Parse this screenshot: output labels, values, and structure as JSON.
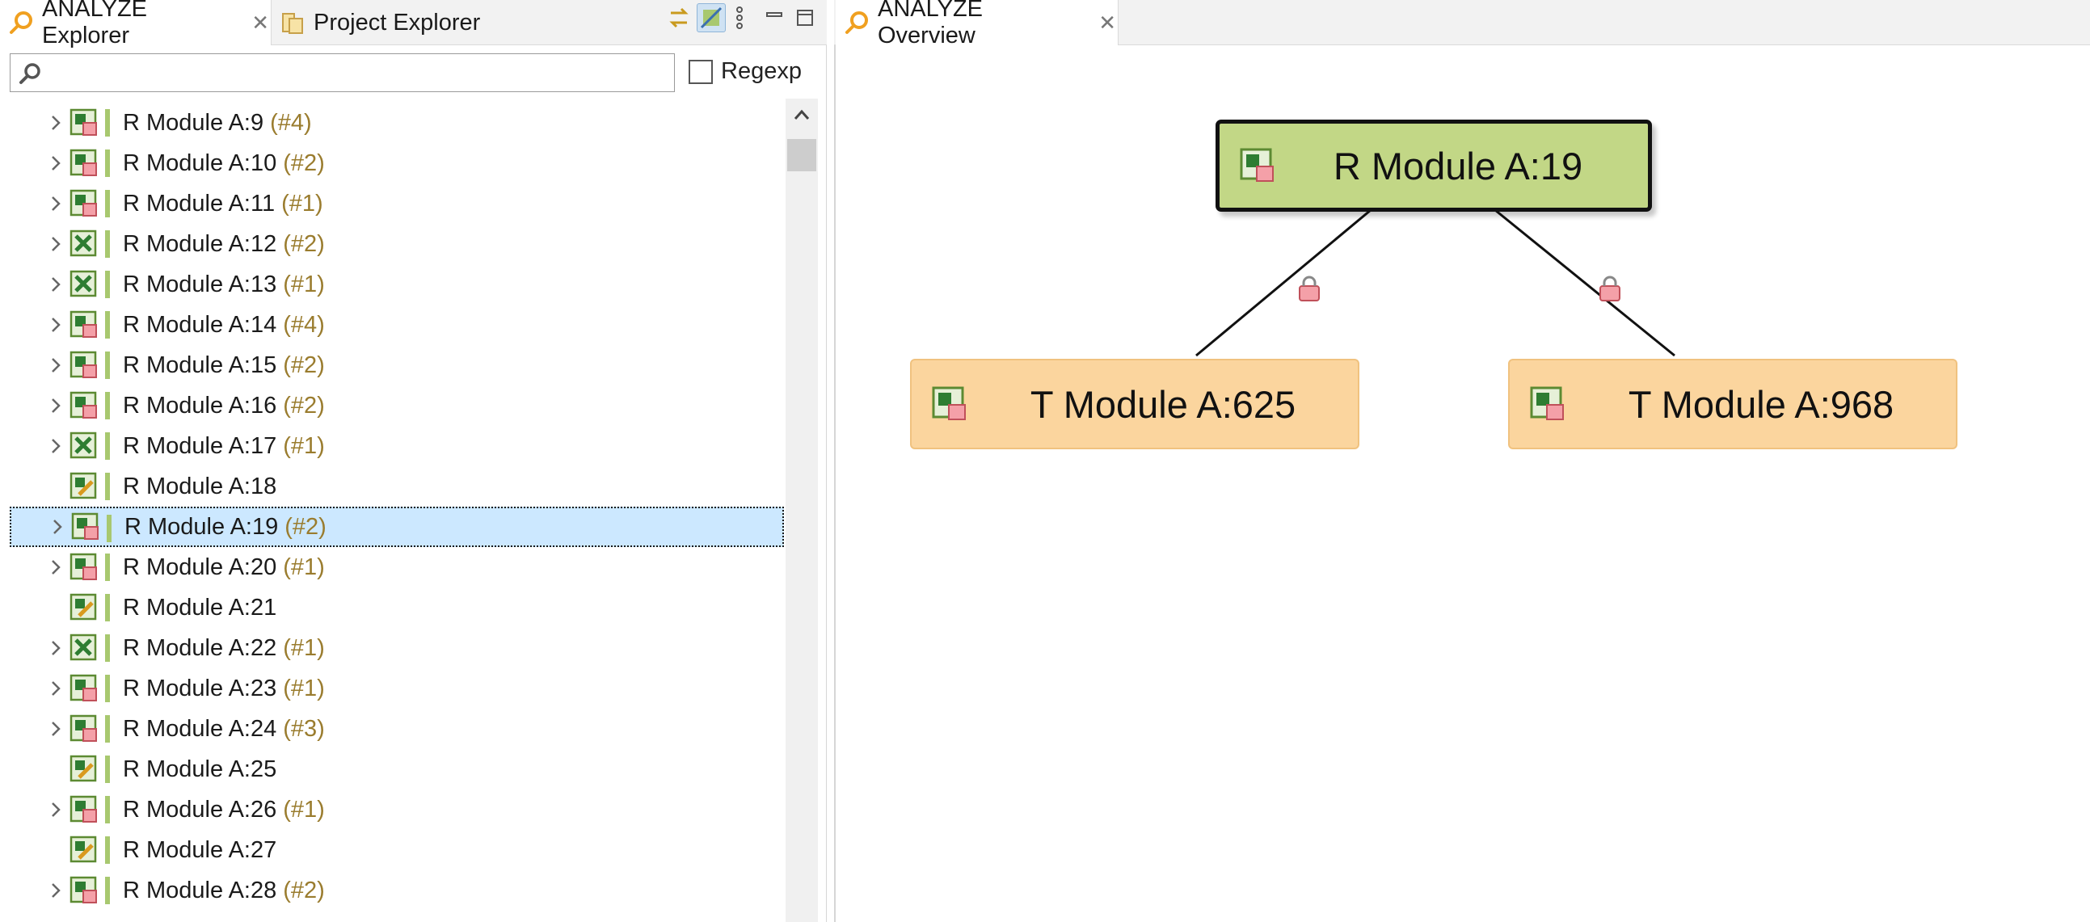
{
  "left_tabs": {
    "analyze_explorer": "ANALYZE Explorer",
    "project_explorer": "Project Explorer"
  },
  "search": {
    "value": "",
    "placeholder": "",
    "regexp_label": "Regexp",
    "regexp_checked": false
  },
  "tree_items": [
    {
      "label": "R Module A:9",
      "count": "(#4)",
      "expandable": true,
      "icon": "module-link-icon"
    },
    {
      "label": "R Module A:10",
      "count": "(#2)",
      "expandable": true,
      "icon": "module-link-icon"
    },
    {
      "label": "R Module A:11",
      "count": "(#1)",
      "expandable": true,
      "icon": "module-link-icon"
    },
    {
      "label": "R Module A:12",
      "count": "(#2)",
      "expandable": true,
      "icon": "module-icon"
    },
    {
      "label": "R Module A:13",
      "count": "(#1)",
      "expandable": true,
      "icon": "module-icon"
    },
    {
      "label": "R Module A:14",
      "count": "(#4)",
      "expandable": true,
      "icon": "module-link-icon"
    },
    {
      "label": "R Module A:15",
      "count": "(#2)",
      "expandable": true,
      "icon": "module-link-icon"
    },
    {
      "label": "R Module A:16",
      "count": "(#2)",
      "expandable": true,
      "icon": "module-link-icon"
    },
    {
      "label": "R Module A:17",
      "count": "(#1)",
      "expandable": true,
      "icon": "module-icon"
    },
    {
      "label": "R Module A:18",
      "count": "",
      "expandable": false,
      "icon": "module-edit-icon"
    },
    {
      "label": "R Module A:19",
      "count": "(#2)",
      "expandable": true,
      "icon": "module-link-icon",
      "selected": true
    },
    {
      "label": "R Module A:20",
      "count": "(#1)",
      "expandable": true,
      "icon": "module-link-icon"
    },
    {
      "label": "R Module A:21",
      "count": "",
      "expandable": false,
      "icon": "module-edit-icon"
    },
    {
      "label": "R Module A:22",
      "count": "(#1)",
      "expandable": true,
      "icon": "module-icon"
    },
    {
      "label": "R Module A:23",
      "count": "(#1)",
      "expandable": true,
      "icon": "module-link-icon"
    },
    {
      "label": "R Module A:24",
      "count": "(#3)",
      "expandable": true,
      "icon": "module-link-icon"
    },
    {
      "label": "R Module A:25",
      "count": "",
      "expandable": false,
      "icon": "module-edit-icon"
    },
    {
      "label": "R Module A:26",
      "count": "(#1)",
      "expandable": true,
      "icon": "module-link-icon"
    },
    {
      "label": "R Module A:27",
      "count": "",
      "expandable": false,
      "icon": "module-edit-icon"
    },
    {
      "label": "R Module A:28",
      "count": "(#2)",
      "expandable": true,
      "icon": "module-link-icon"
    }
  ],
  "right_tabs": {
    "analyze_overview": "ANALYZE Overview"
  },
  "graph": {
    "root": {
      "label": "R Module A:19",
      "color": "#c2d786"
    },
    "children": [
      {
        "label": "T Module A:625",
        "color": "#fbd59e"
      },
      {
        "label": "T Module A:968",
        "color": "#fbd59e"
      }
    ]
  },
  "colors": {
    "selection": "#cce8ff",
    "count_text": "#9a7c2e",
    "row_bar": "#a8c86f",
    "search_tab_icon": "#f0a020"
  }
}
